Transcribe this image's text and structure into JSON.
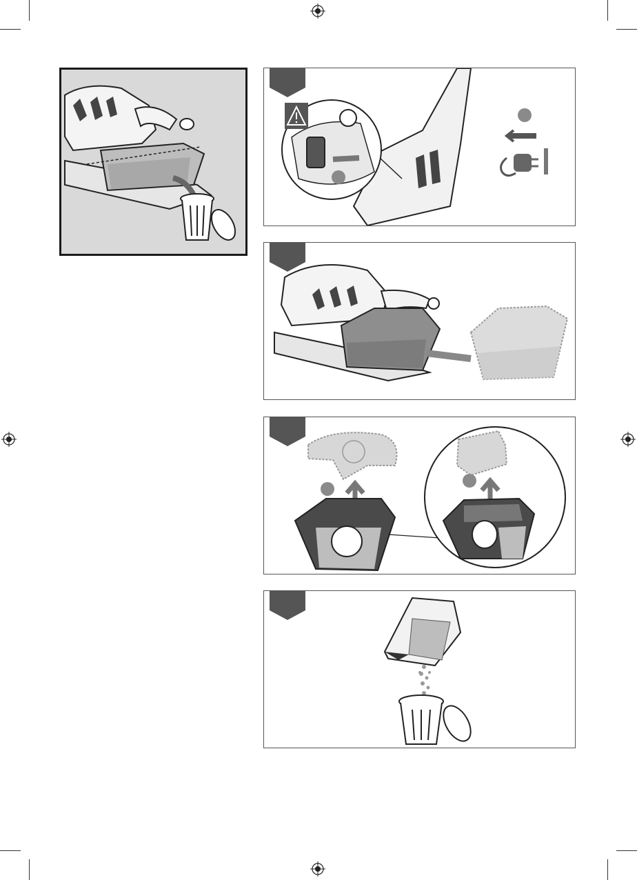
{
  "document": {
    "type": "instruction-manual-page",
    "theme": {
      "panel_border": "#555555",
      "step_tab": "#555555",
      "frame_gray": "#d9d9d9",
      "line_color": "#2a2a2a",
      "marker_gray": "#8a8a8a"
    }
  },
  "figures": [
    {
      "id": "overview",
      "icons": [
        "sander-icon",
        "dust-box-icon",
        "trash-can-icon"
      ]
    },
    {
      "id": "step-1",
      "icons": [
        "warning-icon",
        "unplug-icon",
        "switch-icon"
      ]
    },
    {
      "id": "step-2",
      "icons": [
        "sander-icon",
        "dust-box-icon",
        "arrow-right-icon"
      ]
    },
    {
      "id": "step-3",
      "icons": [
        "filter-lid-icon",
        "arrow-up-icon",
        "magnifier-circle-icon"
      ]
    },
    {
      "id": "step-4",
      "icons": [
        "dust-box-icon",
        "trash-can-icon"
      ]
    }
  ]
}
